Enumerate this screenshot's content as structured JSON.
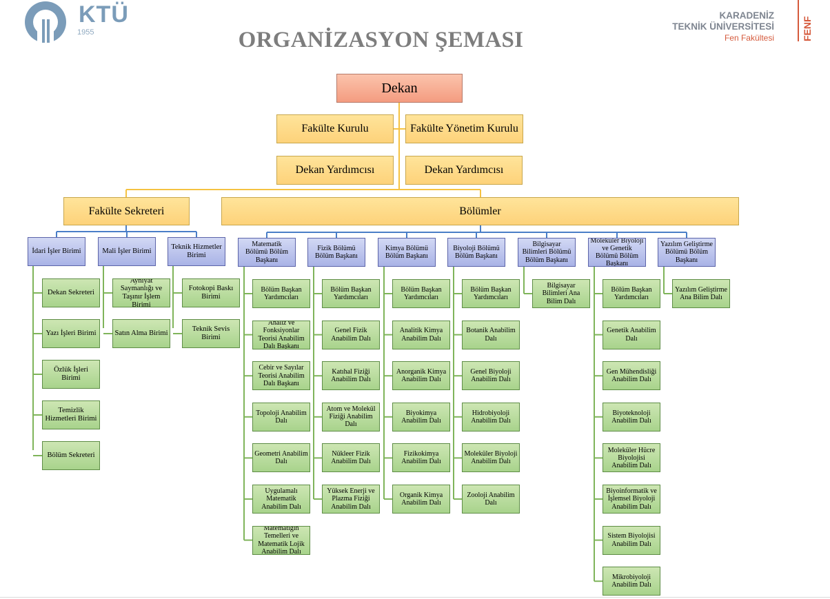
{
  "header": {
    "title": "ORGANİZASYON ŞEMASI",
    "logo_left": {
      "name": "KTÜ",
      "year": "1955",
      "colors": {
        "primary": "#7b9cb9"
      }
    },
    "logo_right": {
      "line1": "KARADENİZ",
      "line2": "TEKNİK ÜNİVERSİTESİ",
      "line3": "Fen Fakültesi",
      "mark": "FENF",
      "colors": {
        "text": "#7e8590",
        "accent": "#d55a3c"
      }
    }
  },
  "chart": {
    "colors": {
      "top": "#f49c80",
      "level1": "#fdd27a",
      "unit": "#a9b3e6",
      "subunit": "#a8d38c",
      "line_yellow": "#f5c242",
      "line_blue": "#4a7ec7",
      "line_green": "#7fb45a"
    },
    "dean": "Dekan",
    "councils": [
      "Fakülte Kurulu",
      "Fakülte Yönetim Kurulu"
    ],
    "vice_deans": [
      "Dekan Yardımcısı",
      "Dekan Yardımcısı"
    ],
    "secretary": {
      "label": "Fakülte Sekreteri",
      "units": [
        {
          "label": "İdari İşler Birimi",
          "children": [
            "Dekan Sekreteri",
            "Yazı İşleri Birimi",
            "Özlük İşleri Birimi",
            "Temizlik Hizmetleri Birimi",
            "Bölüm Sekreteri"
          ]
        },
        {
          "label": "Mali İşler Birimi",
          "children": [
            "Ayniyat Saymanlığı ve Taşınır İşlem Birimi",
            "Satın Alma Birimi"
          ]
        },
        {
          "label": "Teknik Hizmetler Birimi",
          "children": [
            "Fotokopi Baskı Birimi",
            "Teknik Sevis Birimi"
          ]
        }
      ]
    },
    "departments_label": "Bölümler",
    "departments": [
      {
        "label": "Matematik Bölümü Bölüm Başkanı",
        "children": [
          "Bölüm Başkan Yardımcıları",
          "Analiz ve Fonksiyonlar Teorisi Anabilim Dalı Başkanı",
          "Cebir ve Sayılar Teorisi Anabilim Dalı Başkanı",
          "Topoloji Anabilim Dalı",
          "Geometri Anabilim Dalı",
          "Uygulamalı Matematik Anabilim Dalı",
          "Matematiğin Temelleri ve Matematik Lojik Anabilim Dalı"
        ]
      },
      {
        "label": "Fizik Bölümü Bölüm Başkanı",
        "children": [
          "Bölüm Başkan Yardımcıları",
          "Genel Fizik Anabilim Dalı",
          "Katıhal Fiziği Anabilim Dalı",
          "Atom ve Molekül Fiziği Anabilim Dalı",
          "Nükleer Fizik Anabilim Dalı",
          "Yüksek Enerji ve Plazma Fiziği Anabilim Dalı"
        ]
      },
      {
        "label": "Kimya Bölümü Bölüm Başkanı",
        "children": [
          "Bölüm Başkan Yardımcıları",
          "Analitik Kimya Anabilim Dalı",
          "Anorganik Kimya Anabilim Dalı",
          "Biyokimya Anabilim Dalı",
          "Fizikokimya Anabilim Dalı",
          "Organik Kimya Anabilim Dalı"
        ]
      },
      {
        "label": "Biyoloji Bölümü Bölüm Başkanı",
        "children": [
          "Bölüm Başkan Yardımcıları",
          "Botanik Anabilim Dalı",
          "Genel Biyoloji Anabilim Dalı",
          "Hidrobiyoloji Anabilim Dalı",
          "Moleküler Biyoloji Anabilim Dalı",
          "Zooloji Anabilim Dalı"
        ]
      },
      {
        "label": "Bilgisayar Bilimleri Bölümü Bölüm Başkanı",
        "children": [
          "Bilgisayar Bilimleri Ana Bilim Dalı"
        ]
      },
      {
        "label": "Moleküler Biyoloji ve Genetik Bölümü Bölüm Başkanı",
        "children": [
          "Bölüm Başkan Yardımcıları",
          "Genetik Anabilim Dalı",
          "Gen Mühendisliği Anabilim Dalı",
          "Biyoteknoloji Anabilim Dalı",
          "Moleküler Hücre Biyolojisi Anabilim Dalı",
          "Biyoinformatik ve İşlemsel Biyoloji Anabilim Dalı",
          "Sistem Biyolojisi Anabilim Dalı",
          "Mikrobiyoloji Anabilim Dalı"
        ]
      },
      {
        "label": "Yazılım Geliştirme Bölümü Bölüm Başkanı",
        "children": [
          "Yazılım Geliştirme Ana Bilim Dalı"
        ]
      }
    ]
  }
}
